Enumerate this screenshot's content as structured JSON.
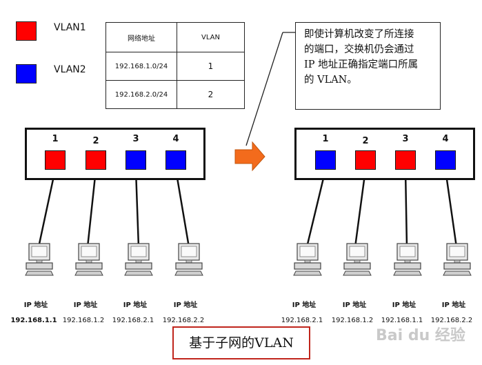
{
  "colors": {
    "vlan1": "#ff0000",
    "vlan2": "#0000ff",
    "arrow": "#f36b1c",
    "caption_border": "#c0241b"
  },
  "legend": [
    {
      "label": "VLAN1",
      "color": "#ff0000"
    },
    {
      "label": "VLAN2",
      "color": "#0000ff"
    }
  ],
  "mapping_table": {
    "headers": [
      "网络地址",
      "VLAN"
    ],
    "rows": [
      [
        "192.168.1.0/24",
        "1"
      ],
      [
        "192.168.2.0/24",
        "2"
      ]
    ]
  },
  "callout": {
    "lines": [
      "即使计算机改变了所连接",
      "的端口，交换机仍会通过",
      "IP 地址正确指定端口所属",
      "的 VLAN。"
    ]
  },
  "left_switch": {
    "ports": [
      {
        "number": "1",
        "vlan": "VLAN1"
      },
      {
        "number": "2",
        "vlan": "VLAN1"
      },
      {
        "number": "3",
        "vlan": "VLAN2"
      },
      {
        "number": "4",
        "vlan": "VLAN2"
      }
    ],
    "computers": [
      {
        "label": "IP 地址",
        "ip": "192.168.1.1"
      },
      {
        "label": "IP 地址",
        "ip": "192.168.1.2"
      },
      {
        "label": "IP 地址",
        "ip": "192.168.2.1"
      },
      {
        "label": "IP 地址",
        "ip": "192.168.2.2"
      }
    ]
  },
  "right_switch": {
    "ports": [
      {
        "number": "1",
        "vlan": "VLAN2"
      },
      {
        "number": "2",
        "vlan": "VLAN1"
      },
      {
        "number": "3",
        "vlan": "VLAN1"
      },
      {
        "number": "4",
        "vlan": "VLAN2"
      }
    ],
    "computers": [
      {
        "label": "IP 地址",
        "ip": "192.168.2.1"
      },
      {
        "label": "IP 地址",
        "ip": "192.168.1.2"
      },
      {
        "label": "IP 地址",
        "ip": "192.168.1.1"
      },
      {
        "label": "IP 地址",
        "ip": "192.168.2.2"
      }
    ]
  },
  "caption": "基于子网的VLAN",
  "watermark": "Bai du 经验"
}
